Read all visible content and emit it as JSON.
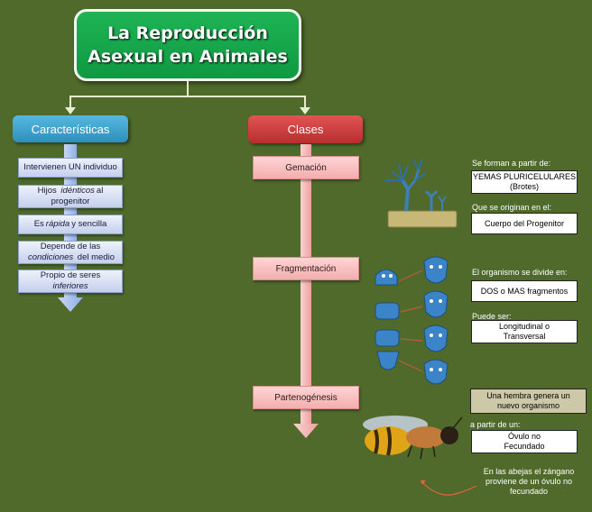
{
  "title": {
    "line1": "La Reproducción",
    "line2": "Asexual en Animales"
  },
  "caracteristicas": {
    "heading": "Características",
    "items": [
      {
        "a": "Intervienen UN individuo",
        "i": "",
        "b": "",
        "c": ""
      },
      {
        "a": "Hijos",
        "i": "idénticos",
        "b": "al",
        "c": "progenitor"
      },
      {
        "a": "Es",
        "i": "rápida",
        "b": "y sencilla",
        "c": ""
      },
      {
        "a": "Depende de las",
        "i": "condiciones",
        "b": "del medio",
        "c": ""
      },
      {
        "a": "Propio de seres",
        "i": "inferiores",
        "b": "",
        "c": ""
      }
    ]
  },
  "clases": {
    "heading": "Clases",
    "items": [
      "Gemación",
      "Fragmentación",
      "Partenogénesis"
    ]
  },
  "gemacion": {
    "label1": "Se forman a partir de:",
    "box1_line1": "YEMAS PLURICELULARES",
    "box1_line2": "(Brotes)",
    "label2": "Que se originan en el:",
    "box2": "Cuerpo del Progenitor"
  },
  "fragmentacion": {
    "label1": "El organismo se divide en:",
    "box1": "DOS o MAS  fragmentos",
    "label2": "Puede ser:",
    "box2_line1": "Longitudinal  o",
    "box2_line2": "Transversal"
  },
  "partenogenesis": {
    "box1_line1": "Una hembra genera un",
    "box1_line2": "nuevo organismo",
    "label1": "a partir de un:",
    "box2_line1": "Óvulo no",
    "box2_line2": "Fecundado",
    "note_line1": "En las abejas el zángano",
    "note_line2": "proviene de un óvulo no",
    "note_line3": "fecundado"
  },
  "colors": {
    "background": "#4f6a2b",
    "title": "#16a84c",
    "caracteristicas": "#3c9fcb",
    "clases": "#c73c3c",
    "arrow_pink": "#f6b9b9",
    "arrow_blue": "#a9c3ef"
  },
  "icons": [
    "hydra-icon",
    "planaria-icon",
    "bee-icon",
    "curved-arrow-icon"
  ]
}
